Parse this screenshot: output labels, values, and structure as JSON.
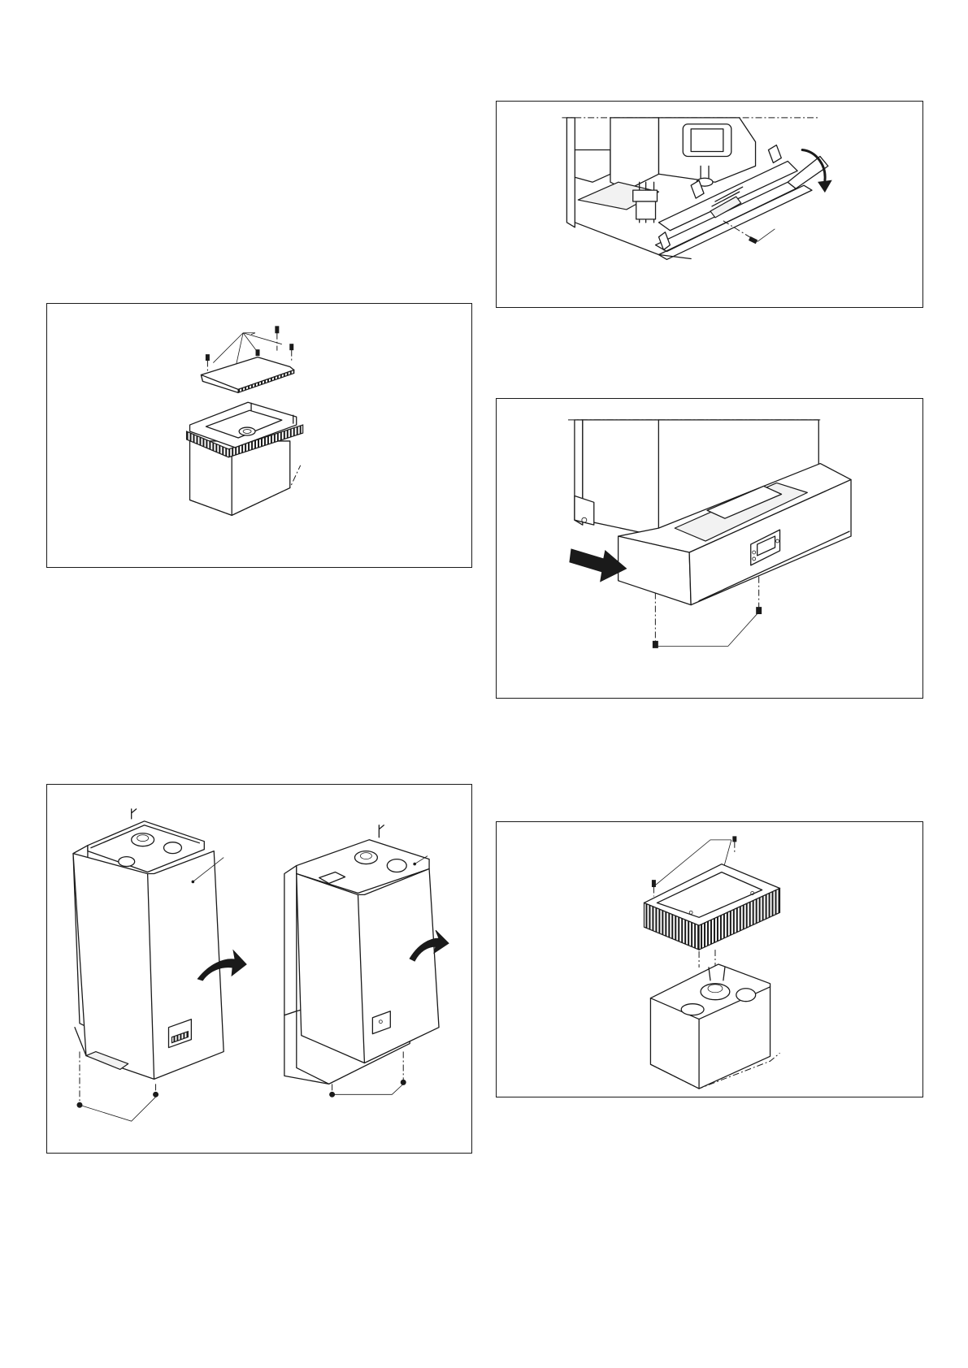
{
  "figures": [
    {
      "id": "fig-a",
      "subject": "top-cover-removal",
      "icon": "exploded-view"
    },
    {
      "id": "fig-b",
      "subject": "front-casing-removal",
      "icon": "exploded-view"
    },
    {
      "id": "fig-c",
      "subject": "lower-panel-hinge-down",
      "icon": "exploded-view"
    },
    {
      "id": "fig-d",
      "subject": "control-panel-slide-out",
      "icon": "exploded-view"
    },
    {
      "id": "fig-e",
      "subject": "upper-housing-lift-off",
      "icon": "exploded-view"
    }
  ],
  "colors": {
    "line": "#1a1a1a",
    "background": "#ffffff",
    "shade": "#f2f2f2"
  }
}
